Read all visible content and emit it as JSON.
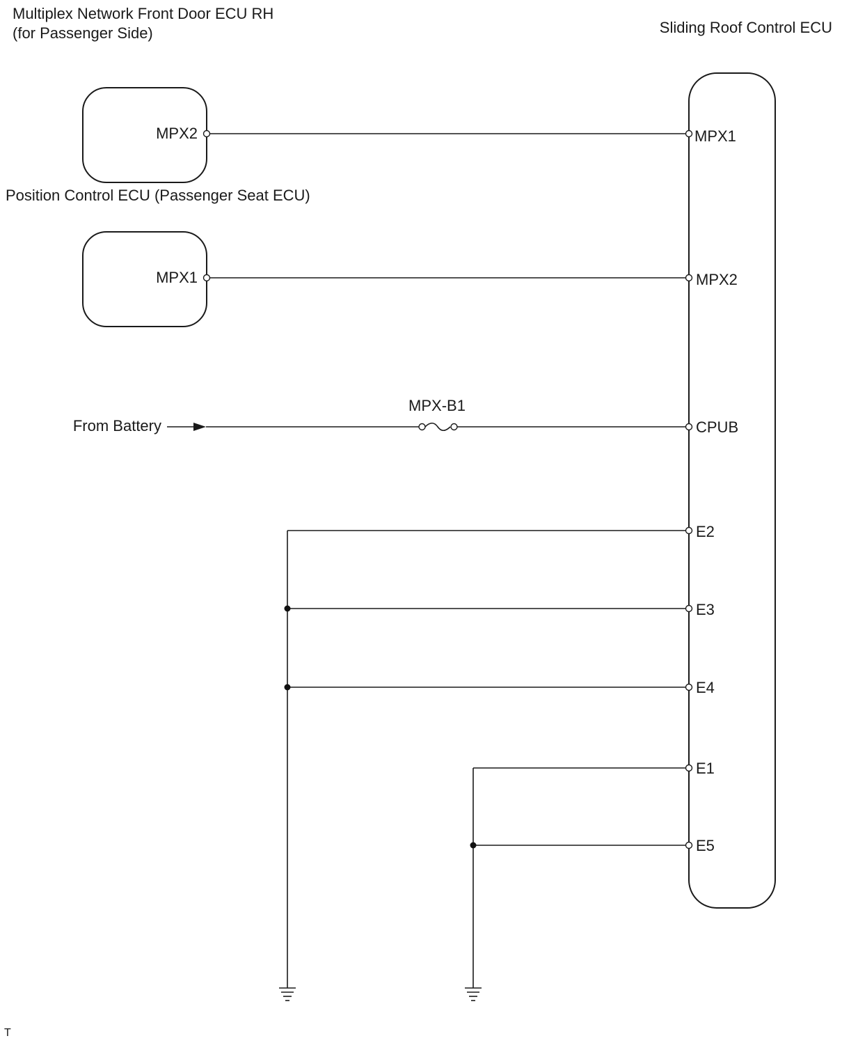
{
  "components": {
    "door_ecu": {
      "name_line1": "Multiplex Network Front Door ECU RH",
      "name_line2": "(for Passenger Side)",
      "terminal": "MPX2"
    },
    "seat_ecu": {
      "name": "Position Control ECU (Passenger Seat ECU)",
      "terminal": "MPX1"
    },
    "roof_ecu": {
      "name": "Sliding Roof Control ECU",
      "terminals": [
        "MPX1",
        "MPX2",
        "CPUB",
        "E2",
        "E3",
        "E4",
        "E1",
        "E5"
      ]
    }
  },
  "power": {
    "source_label": "From Battery",
    "fuse_label": "MPX-B1"
  },
  "footer": {
    "code": "T"
  }
}
